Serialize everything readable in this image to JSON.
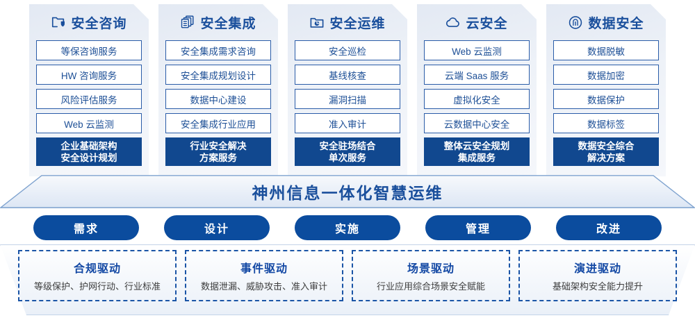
{
  "columns": [
    {
      "icon": "folder-shield-icon",
      "title": "安全咨询",
      "items": [
        "等保咨询服务",
        "HW 咨询服务",
        "风险评估服务",
        "Web 云监测"
      ],
      "solution": [
        "企业基础架构",
        "安全设计规划"
      ]
    },
    {
      "icon": "stacked-documents-icon",
      "title": "安全集成",
      "items": [
        "安全集成需求咨询",
        "安全集成规划设计",
        "数据中心建设",
        "安全集成行业应用"
      ],
      "solution": [
        "行业安全解决",
        "方案服务"
      ]
    },
    {
      "icon": "folder-chart-icon",
      "title": "安全运维",
      "items": [
        "安全巡检",
        "基线核查",
        "漏洞扫描",
        "准入审计"
      ],
      "solution": [
        "安全驻场结合",
        "单次服务"
      ]
    },
    {
      "icon": "cloud-icon",
      "title": "云安全",
      "items": [
        "Web 云监测",
        "云端 Saas 服务",
        "虚拟化安全",
        "云数据中心安全"
      ],
      "solution": [
        "整体云安全规划",
        "集成服务"
      ]
    },
    {
      "icon": "fingerprint-icon",
      "title": "数据安全",
      "items": [
        "数据脱敏",
        "数据加密",
        "数据保护",
        "数据标签"
      ],
      "solution": [
        "数据安全综合",
        "解决方案"
      ]
    }
  ],
  "banner": {
    "title": "神州信息一体化智慧运维"
  },
  "phases": [
    {
      "label": "需求"
    },
    {
      "label": "设计"
    },
    {
      "label": "实施"
    },
    {
      "label": "管理"
    },
    {
      "label": "改进"
    }
  ],
  "drivers": [
    {
      "title": "合规驱动",
      "subtitle": "等级保护、护网行动、行业标准"
    },
    {
      "title": "事件驱动",
      "subtitle": "数据泄漏、威胁攻击、准入审计"
    },
    {
      "title": "场景驱动",
      "subtitle": "行业应用综合场景安全赋能"
    },
    {
      "title": "演进驱动",
      "subtitle": "基础架构安全能力提升"
    }
  ],
  "colors": {
    "primary_blue": "#1a4f9c",
    "deep_blue": "#11488f",
    "pill_blue": "#0b4c9e",
    "card_bg": "#eef2f8"
  }
}
